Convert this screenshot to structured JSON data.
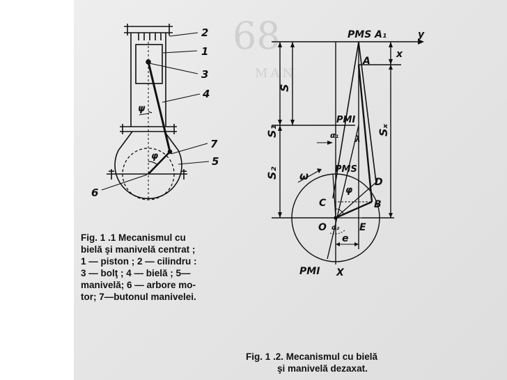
{
  "fig1": {
    "caption_lines": [
      "Fig. 1 .1  Mecanismul cu",
      "bielă şi manivelă centrat ;",
      "1 — piston ; 2 — cilindru :",
      "3 — bolţ ; 4 — bielă ; 5—",
      "manivelă; 6 — arbore mo-",
      "tor; 7—butonul manivelei."
    ],
    "labels": {
      "n1": "1",
      "n2": "2",
      "n3": "3",
      "n4": "4",
      "n5": "5",
      "n6": "6",
      "n7": "7",
      "psi": "ψ",
      "phi": "φ"
    }
  },
  "fig2": {
    "caption_lines": [
      "Fig. 1 .2.  Mecanismul cu bielă",
      "şi manivelă dezaxat."
    ],
    "labels": {
      "pms_a1": "PMS A₁",
      "y": "y",
      "A": "A",
      "x": "x",
      "S": "S",
      "S1": "S₁",
      "Sx": "Sₓ",
      "S2": "S₂",
      "pmi_mid": "PMI",
      "alpha1": "α₁",
      "lambda": "λ",
      "pms_c": "PMS",
      "omega": "ω",
      "D": "D",
      "phi": "φ",
      "C": "C",
      "B": "B",
      "O": "O",
      "alpha2": "α₂",
      "E": "E",
      "e": "e",
      "pmi_bottom": "PMI",
      "X": "X"
    }
  },
  "background_bleed": [
    "68",
    "MAN"
  ]
}
